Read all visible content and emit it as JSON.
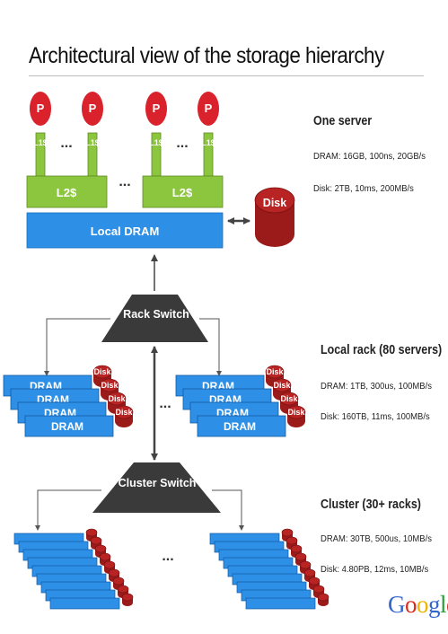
{
  "title": "Architectural view of the storage hierarchy",
  "server": {
    "processor_label": "P",
    "l1_label": "L1$",
    "l2_label": "L2$",
    "dram_label": "Local DRAM",
    "disk_label": "Disk",
    "ellipsis": "..."
  },
  "rack": {
    "switch_label": "Rack Switch",
    "dram_label": "DRAM",
    "disk_label": "Disk",
    "ellipsis": "..."
  },
  "cluster": {
    "switch_label": "Cluster Switch",
    "ellipsis": "..."
  },
  "info": {
    "one_server": {
      "heading": "One server",
      "dram": "DRAM: 16GB, 100ns, 20GB/s",
      "disk": "Disk:    2TB,   10ms,  200MB/s"
    },
    "local_rack": {
      "heading": "Local rack (80 servers)",
      "dram": "DRAM: 1TB,    300us, 100MB/s",
      "disk": "Disk:    160TB, 11ms,   100MB/s"
    },
    "cluster": {
      "heading": "Cluster (30+ racks)",
      "dram": "DRAM: 30TB,   500us, 10MB/s",
      "disk": "Disk:    4.80PB, 12ms,    10MB/s"
    }
  },
  "logo": {
    "letters": [
      "G",
      "o",
      "o",
      "g",
      "l",
      "e"
    ],
    "colors": [
      "#3366cc",
      "#d62d20",
      "#f0b400",
      "#3366cc",
      "#2a9d3a",
      "#d62d20"
    ]
  },
  "colors": {
    "processor": "#d9222b",
    "l1": "#8cc63f",
    "l2": "#8cc63f",
    "dram": "#2e8fe6",
    "disk": "#9b1a1a",
    "switch": "#3a3a3a"
  }
}
